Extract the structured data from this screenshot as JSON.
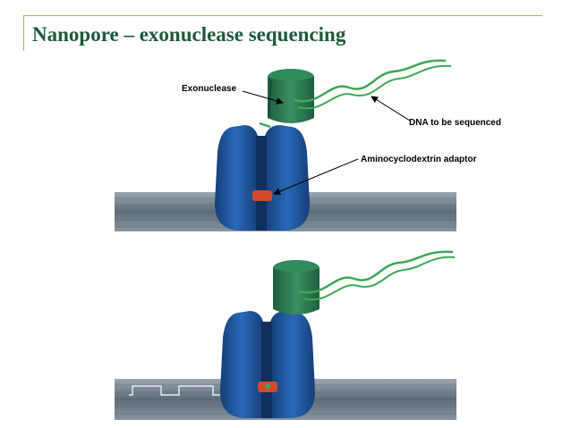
{
  "slide": {
    "title": "Nanopore – exonuclease sequencing"
  },
  "labels": {
    "exonuclease": "Exonuclease",
    "dna": "DNA to be sequenced",
    "adaptor": "Aminocyclodextrin adaptor"
  },
  "colors": {
    "title": "#1f5a3a",
    "frame": "#c8a95a",
    "membrane": "#6c7a86",
    "pore": "#1f56a0",
    "exonuclease": "#2d7a55",
    "dna": "#3caa55",
    "adaptor": "#d24a2a"
  }
}
